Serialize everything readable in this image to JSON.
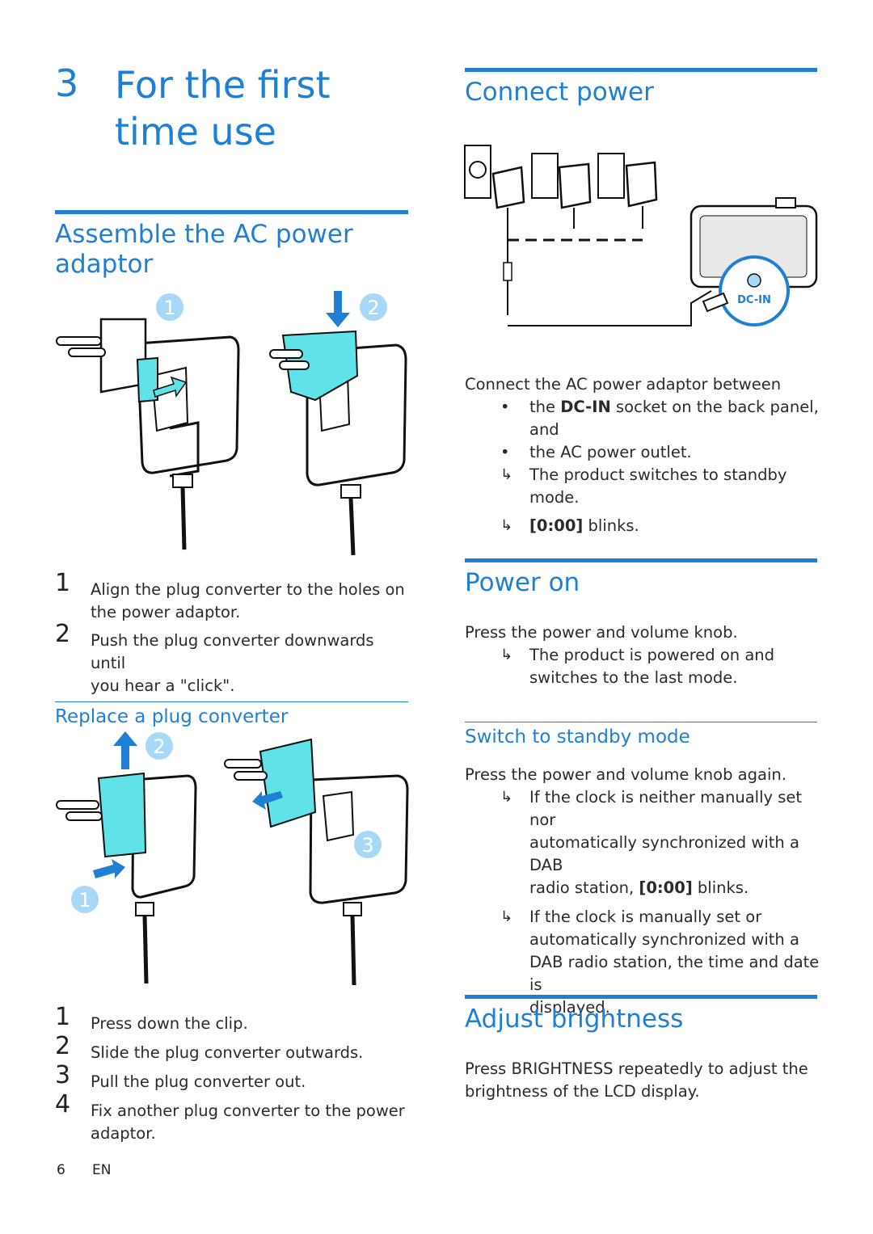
{
  "chapter": {
    "number": "3",
    "title_line1": "For the first",
    "title_line2": "time use"
  },
  "assemble": {
    "heading_line1": "Assemble the AC power",
    "heading_line2": "adaptor",
    "callouts": [
      "1",
      "2"
    ],
    "steps": [
      {
        "num": "1",
        "text_line1": "Align the plug converter to the holes on",
        "text_line2": "the power adaptor."
      },
      {
        "num": "2",
        "text_line1": "Push the plug converter downwards until",
        "text_line2": "you hear a \"click\"."
      }
    ]
  },
  "replace": {
    "heading": "Replace a plug converter",
    "callouts": [
      "2",
      "3",
      "1"
    ],
    "steps": [
      {
        "num": "1",
        "text": "Press down the clip."
      },
      {
        "num": "2",
        "text": "Slide the plug converter outwards."
      },
      {
        "num": "3",
        "text": "Pull the plug converter out."
      },
      {
        "num": "4",
        "text_line1": "Fix another plug converter to the power",
        "text_line2": "adaptor."
      }
    ]
  },
  "connect": {
    "heading": "Connect power",
    "dc_in_label": "DC-IN",
    "intro": "Connect the AC power adaptor between",
    "bullet1_pre": "the ",
    "bullet1_bold": "DC-IN",
    "bullet1_post": " socket on the back panel,",
    "bullet1_line2": "and",
    "bullet2": "the AC power outlet.",
    "result1": "The product switches to standby mode.",
    "result2_bold": "[0:00]",
    "result2_post": " blinks.",
    "bullet_mark": "•",
    "arrow_mark": "↳"
  },
  "power_on": {
    "heading": "Power on",
    "intro": "Press the power and volume knob.",
    "result_line1": "The product is powered on and",
    "result_line2": "switches to the last mode."
  },
  "standby": {
    "heading": "Switch to standby mode",
    "intro": "Press the power and volume knob again.",
    "r1_line1": "If the clock is neither manually set nor",
    "r1_line2": "automatically synchronized with a DAB",
    "r1_line3_pre": "radio station, ",
    "r1_line3_bold": "[0:00]",
    "r1_line3_post": " blinks.",
    "r2_line1": "If the clock is manually set or",
    "r2_line2": "automatically synchronized with a",
    "r2_line3": "DAB radio station, the time and date is",
    "r2_line4": "displayed."
  },
  "brightness": {
    "heading": "Adjust brightness",
    "line1_pre": "Press ",
    "line1_bold": "BRIGHTNESS",
    "line1_post": " repeatedly to adjust the",
    "line2": "brightness of the LCD display."
  },
  "footer": {
    "page": "6",
    "lang": "EN"
  },
  "colors": {
    "accent": "#1f7fd4",
    "cyan": "#5fe3e8",
    "callout": "#a7d8f5"
  }
}
